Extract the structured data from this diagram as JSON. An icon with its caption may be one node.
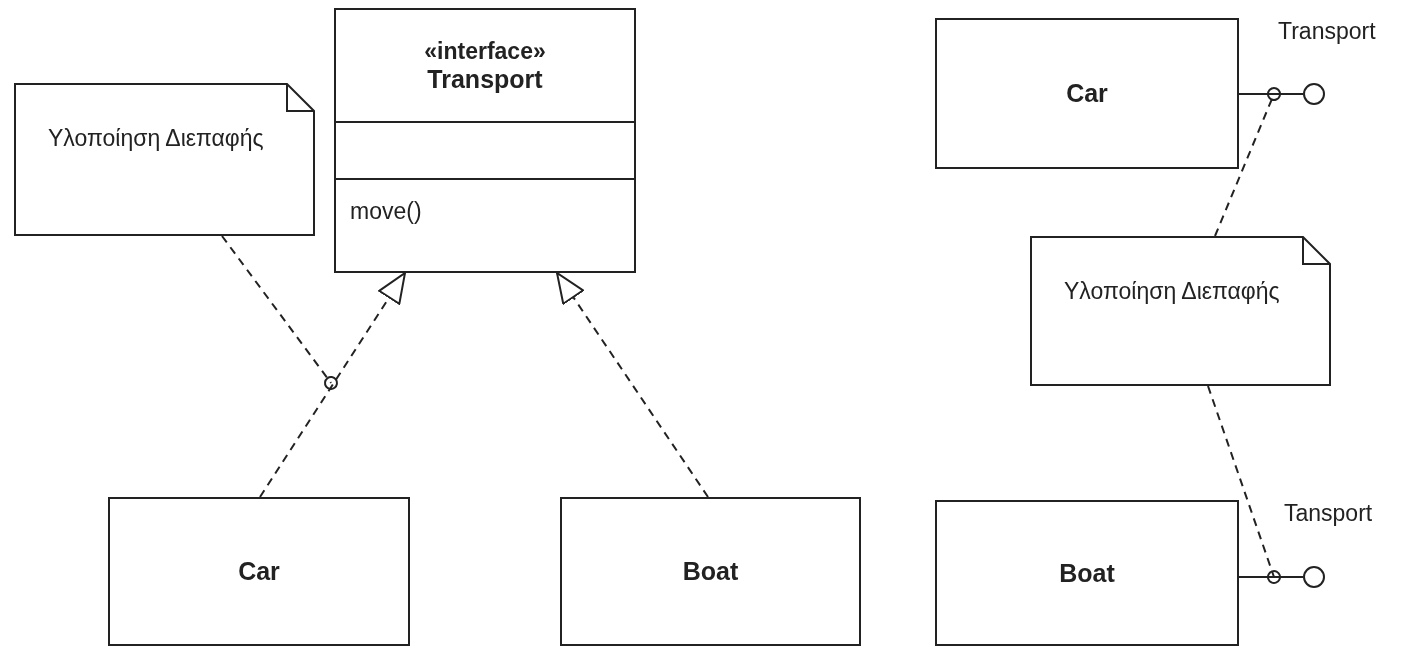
{
  "diagram": {
    "nodes": [
      {
        "text": [
          "Υλοποίηση Διεπαφής"
        ]
      },
      {
        "text": [
          "«interface»",
          "Transport",
          "move()"
        ]
      },
      {
        "text": [
          "Car"
        ]
      },
      {
        "text": [
          "Boat"
        ]
      },
      {
        "text": [
          "Car"
        ]
      },
      {
        "text": [],
        "shape": "circle",
        "beside": [
          "Transport"
        ]
      },
      {
        "text": [
          "Υλοποίηση Διεπαφής"
        ]
      },
      {
        "text": [
          "Boat"
        ]
      },
      {
        "text": [],
        "shape": "circle",
        "beside": [
          "Tansport"
        ]
      }
    ],
    "edges": [
      {
        "from": 2,
        "to": 1,
        "arrow": "to",
        "style": "dashed"
      },
      {
        "from": 3,
        "to": 1,
        "arrow": "to",
        "style": "dashed"
      },
      {
        "from": 0,
        "to": null,
        "arrow": "other",
        "style": "dashed"
      },
      {
        "from": 4,
        "to": 5,
        "arrow": "none"
      },
      {
        "from": 6,
        "to": 5,
        "arrow": "other",
        "style": "dashed"
      },
      {
        "from": 7,
        "to": 8,
        "arrow": "none"
      },
      {
        "from": 6,
        "to": 8,
        "arrow": "other",
        "style": "dashed"
      }
    ]
  }
}
